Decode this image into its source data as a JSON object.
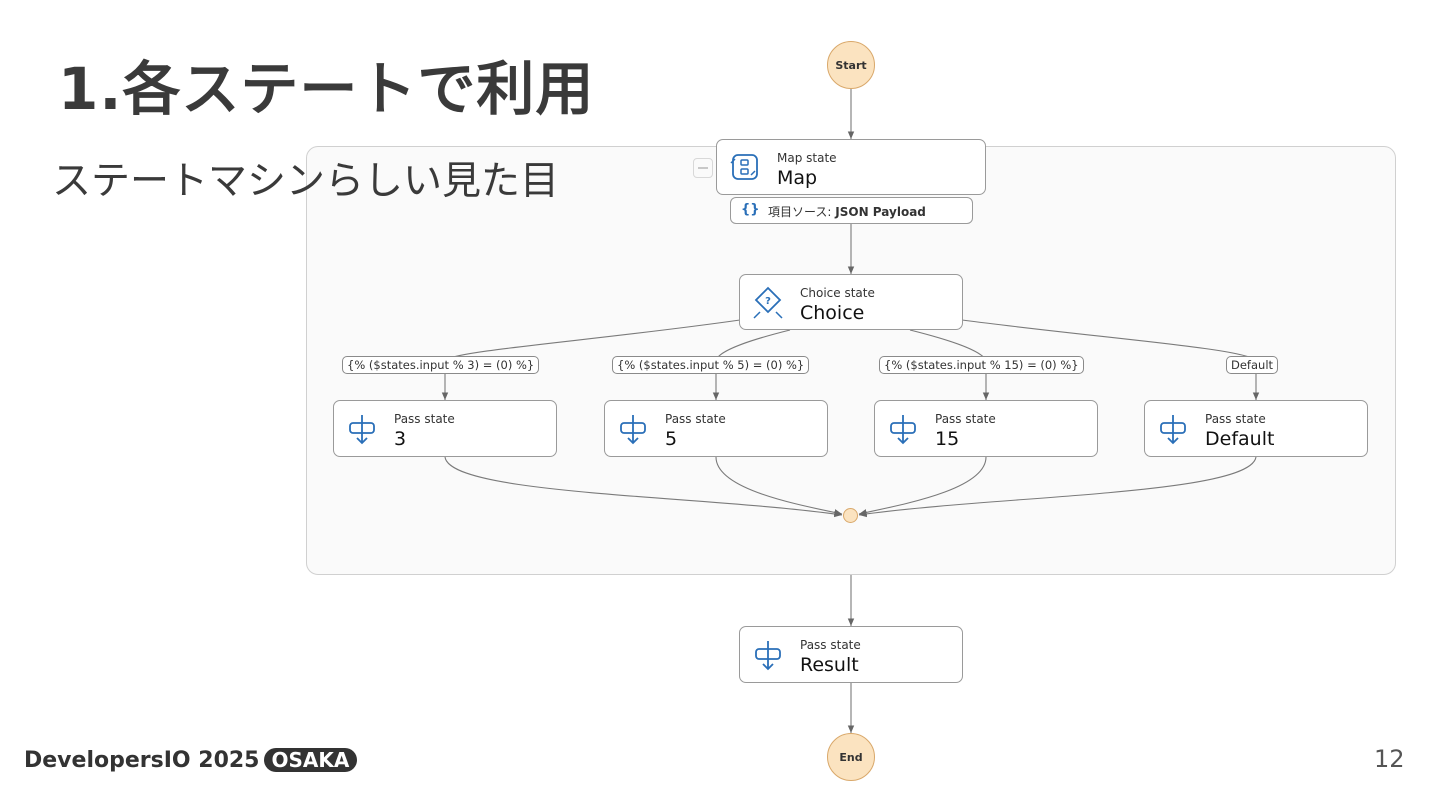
{
  "slide": {
    "title": "1.各ステートで利用",
    "subtitle": "ステートマシンらしい見た目",
    "page_number": "12",
    "footer_logo": "DevelopersIO 2025",
    "footer_badge": "OSAKA"
  },
  "diagram": {
    "start_label": "Start",
    "end_label": "End",
    "map": {
      "kind": "Map state",
      "name": "Map",
      "icon": "map-state-icon"
    },
    "items_source": {
      "prefix": "項目ソース:",
      "value": "JSON Payload",
      "icon": "braces-icon"
    },
    "choice": {
      "kind": "Choice state",
      "name": "Choice",
      "icon": "choice-state-icon"
    },
    "conditions": [
      "{% ($states.input % 3) = (0) %}",
      "{% ($states.input % 5) = (0) %}",
      "{% ($states.input % 15) = (0) %}",
      "Default"
    ],
    "pass_states": [
      {
        "kind": "Pass state",
        "name": "3"
      },
      {
        "kind": "Pass state",
        "name": "5"
      },
      {
        "kind": "Pass state",
        "name": "15"
      },
      {
        "kind": "Pass state",
        "name": "Default"
      }
    ],
    "result": {
      "kind": "Pass state",
      "name": "Result"
    },
    "colors": {
      "circle_fill": "#fbe3c0",
      "icon_blue": "#2a6fb8",
      "edge": "#7a7a7a"
    }
  }
}
